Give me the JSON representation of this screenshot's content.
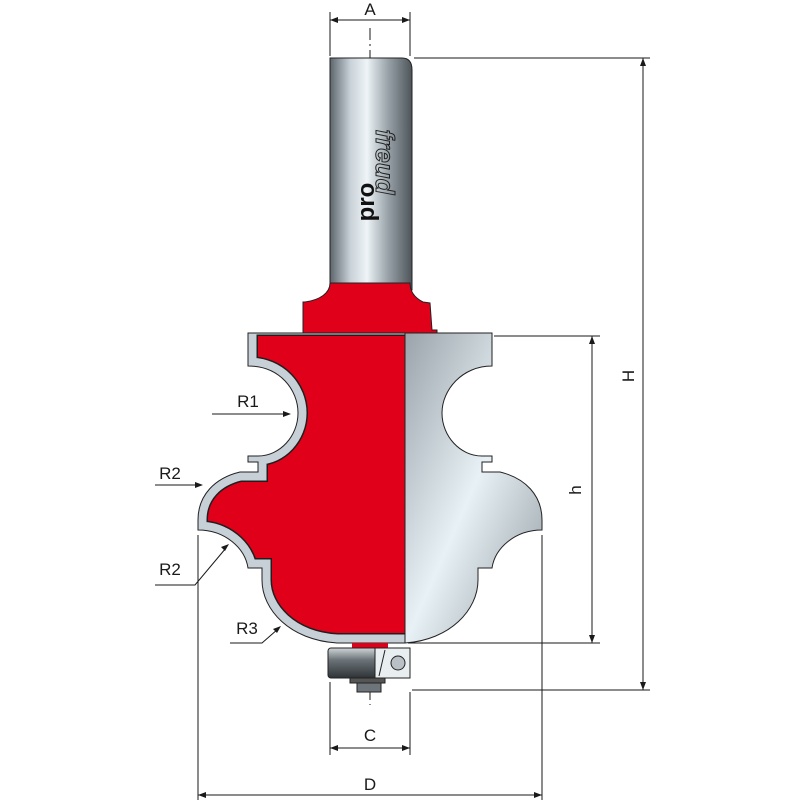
{
  "diagram": {
    "logo": {
      "brand": "freud",
      "line": "pro"
    },
    "dimensions": {
      "A": "A",
      "H": "H",
      "h": "h",
      "C": "C",
      "D": "D"
    },
    "radii": {
      "r1": "R1",
      "r2_top": "R2",
      "r2_bottom": "R2",
      "r3": "R3"
    },
    "colors": {
      "cutter_red": "#e1001a",
      "steel_light": "#e6eef3",
      "steel_dark": "#8e979d"
    }
  }
}
